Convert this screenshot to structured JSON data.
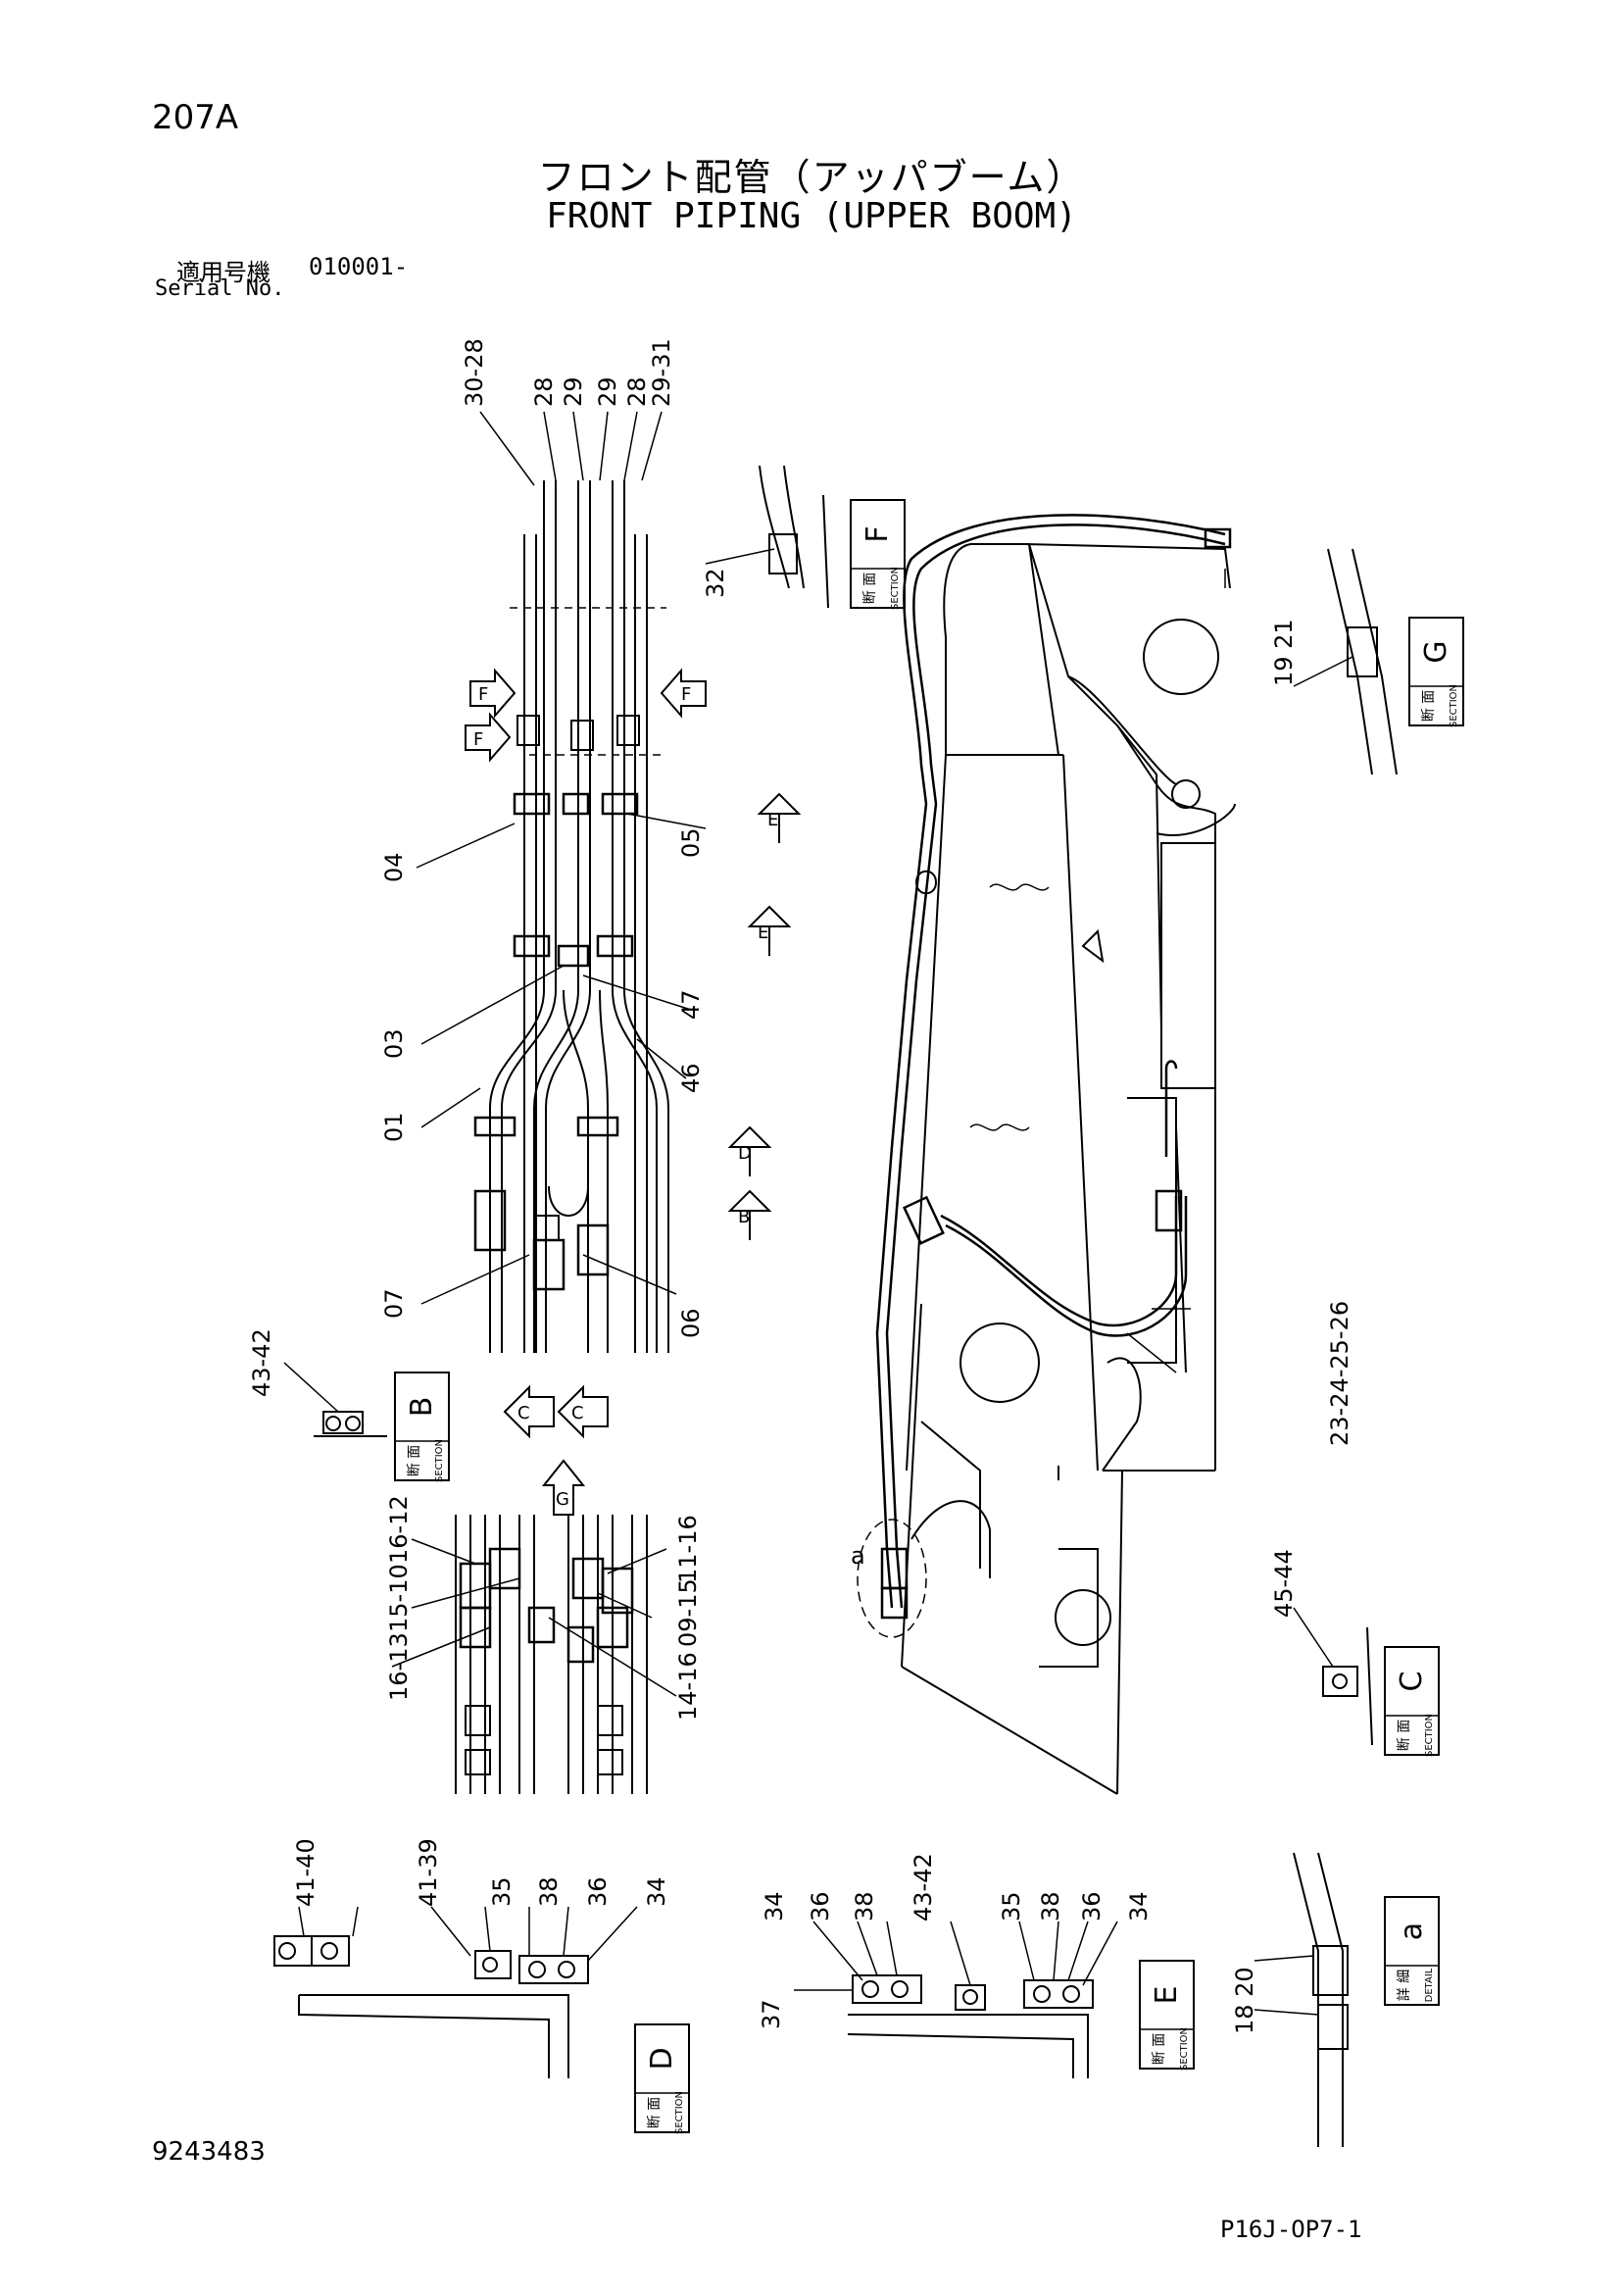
{
  "header": {
    "page_code": "207A",
    "title_jp": "フロント配管（アッパブーム）",
    "title_en": "FRONT PIPING (UPPER BOOM)",
    "serial_label_jp": "適用号機",
    "serial_value": "010001-",
    "serial_label_en": "Serial No."
  },
  "footer": {
    "doc_number": "9243483",
    "sheet_code": "P16J-OP7-1"
  },
  "boxes": {
    "section_jp": "断 面",
    "section_en": "SECTION",
    "detail_jp": "詳 細",
    "detail_en": "DETAIL",
    "letter_F": "F",
    "letter_G": "G",
    "letter_B": "B",
    "letter_C": "C",
    "letter_D": "D",
    "letter_E": "E",
    "letter_a": "a"
  },
  "arrows": {
    "F": "F",
    "E": "E",
    "D": "D",
    "B": "B",
    "C": "C",
    "G": "G"
  },
  "labels": {
    "top_30_28": "30-28",
    "top_28a": "28",
    "top_29a": "29",
    "top_29b": "29",
    "top_28b": "28",
    "top_29_31": "29-31",
    "l32": "32",
    "l19_21": "19 21",
    "l04": "04",
    "l05": "05",
    "l03": "03",
    "l47": "47",
    "l01": "01",
    "l46": "46",
    "l07": "07",
    "l06": "06",
    "l43_42_b": "43-42",
    "l23_26": "23-24-25-26",
    "l16_12": "16-12",
    "l15_10": "15-10",
    "l16_13": "16-13",
    "l11_16": "11-16",
    "l09_15": "09-15",
    "l14_16": "14-16",
    "l45_44": "45-44",
    "detail_a": "a",
    "l41_40": "41-40",
    "l41_39": "41-39",
    "l35": "35",
    "l38": "38",
    "l36": "36",
    "l34": "34",
    "l34e": "34",
    "l36e": "36",
    "l38e": "38",
    "l43_42e": "43-42",
    "l35e": "35",
    "l38e2": "38",
    "l36e2": "36",
    "l34e2": "34",
    "l37": "37",
    "l18_20": "18 20"
  }
}
